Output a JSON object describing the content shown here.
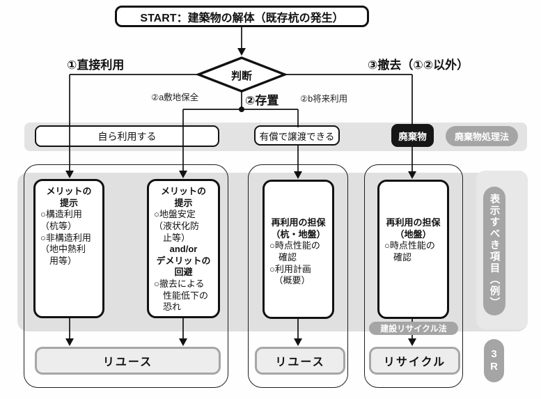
{
  "title": "既存杭の再利用フロー図",
  "colors": {
    "panel_gray": "#e0e0e0",
    "band_gray": "#e3e3e3",
    "pill_gray": "#a5a5a5",
    "waste_black": "#161616",
    "outcome_border": "#a6a6a6",
    "outcome_fill": "#ededed",
    "line_black": "#111111"
  },
  "start": {
    "label": "START：建築物の解体（既存杭の発生）"
  },
  "decision": {
    "label": "判断"
  },
  "branches": {
    "b1": "①直接利用",
    "b2": "②存置",
    "b2a": "②a敷地保全",
    "b2b": "②b将来利用",
    "b3": "③撤去（①②以外）"
  },
  "band": {
    "self_use": "自ら利用する",
    "transfer": "有償で譲渡できる",
    "waste": "廃棄物",
    "waste_law": "廃棄物処理法"
  },
  "boxes": {
    "merit1": {
      "title": [
        "メリットの",
        "提示"
      ],
      "body": [
        "○構造利用",
        "（杭等）",
        "○非構造利用",
        "（地中熱利",
        "　用等）"
      ]
    },
    "merit2": {
      "title": [
        "メリットの",
        "提示"
      ],
      "body": [
        "○地盤安定",
        "（液状化防",
        "　止等）"
      ],
      "connector": "and/or",
      "title2": [
        "デメリットの",
        "回避"
      ],
      "body2": [
        "○撤去による",
        "　性能低下の",
        "　恐れ"
      ]
    },
    "secure_pile": {
      "title": [
        "再利用の担保",
        "（杭・地盤）"
      ],
      "body": [
        "○時点性能の",
        "　確認",
        "○利用計画",
        "　（概要）"
      ]
    },
    "secure_ground": {
      "title": [
        "再利用の担保",
        "（地盤）"
      ],
      "body": [
        "○時点性能の",
        "　確認"
      ]
    }
  },
  "outcomes": {
    "reuse_left": "リユース",
    "reuse_mid": "リユース",
    "recycle": "リサイクル"
  },
  "side": {
    "display_items": "表示すべき項目（例）",
    "recycle_law": "建設リサイクル法",
    "three_r": "3R"
  }
}
